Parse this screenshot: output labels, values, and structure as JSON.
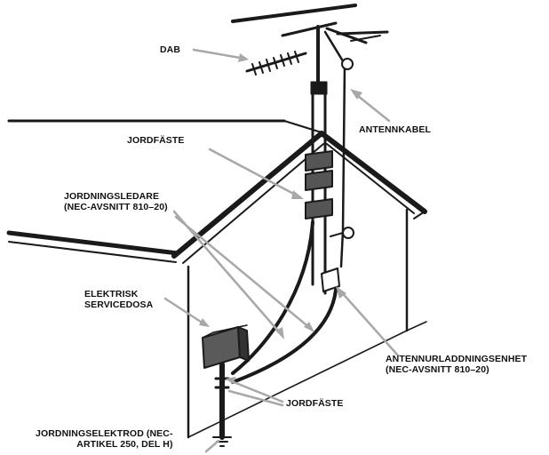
{
  "labels": {
    "dab": "DAB",
    "antennkabel": "ANTENNKABEL",
    "jordfaste_top": "JORDFÄSTE",
    "jordningsledare_1": "JORDNINGSLEDARE",
    "jordningsledare_2": "(NEC-AVSNITT 810–20)",
    "elektrisk_1": "ELEKTRISK",
    "elektrisk_2": "SERVICEDOSA",
    "antennurladdning_1": "ANTENNURLADDNINGSENHET",
    "antennurladdning_2": "(NEC-AVSNITT 810–20)",
    "jordfaste_bottom": "JORDFÄSTE",
    "jordningselektrod_1": "JORDNINGSELEKTROD (NEC-",
    "jordningselektrod_2": "ARTIKEL 250, DEL H)"
  },
  "colors": {
    "line": "#1a1a1a",
    "arrow": "#a8a8a8",
    "text": "#111111"
  }
}
